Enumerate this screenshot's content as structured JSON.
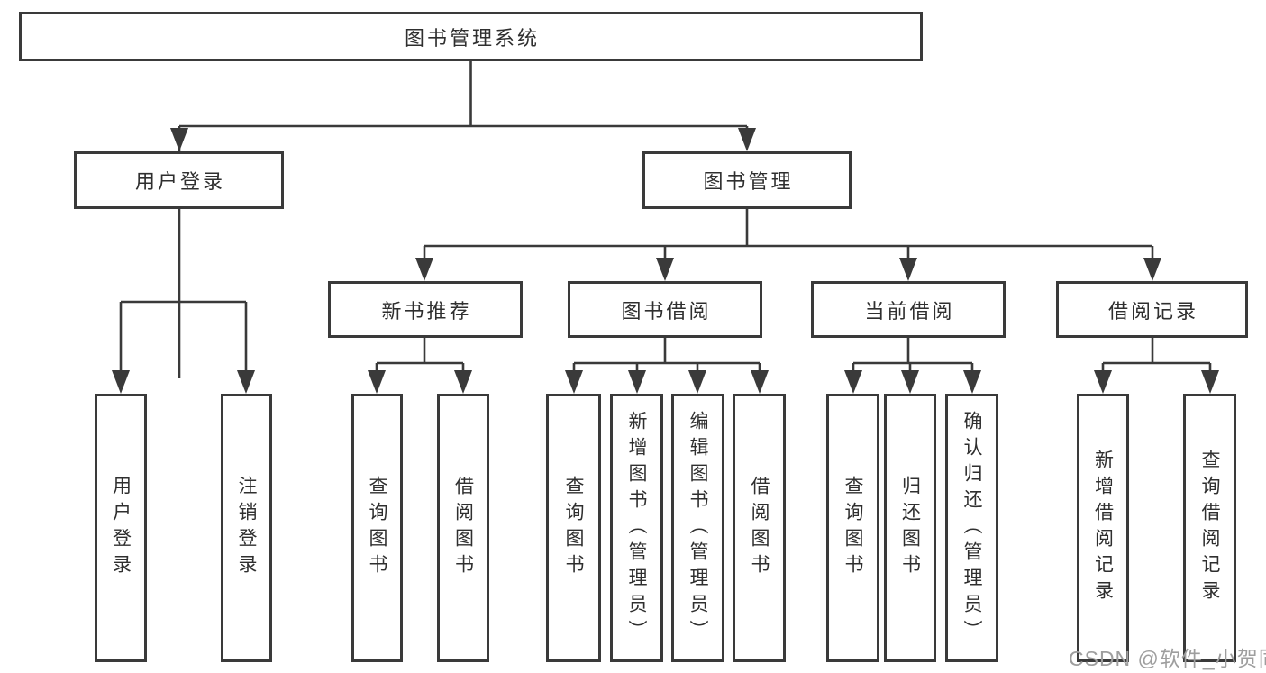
{
  "diagram": {
    "root": {
      "label": "图书管理系统"
    },
    "user_login": {
      "label": "用户登录",
      "children": [
        {
          "label": "用户登录"
        },
        {
          "label": "注销登录"
        }
      ]
    },
    "book_mgmt": {
      "label": "图书管理",
      "sections": [
        {
          "label": "新书推荐",
          "children": [
            {
              "label": "查询图书"
            },
            {
              "label": "借阅图书"
            }
          ]
        },
        {
          "label": "图书借阅",
          "children": [
            {
              "label": "查询图书"
            },
            {
              "label": "新增图书（管理员）"
            },
            {
              "label": "编辑图书（管理员）"
            },
            {
              "label": "借阅图书"
            }
          ]
        },
        {
          "label": "当前借阅",
          "children": [
            {
              "label": "查询图书"
            },
            {
              "label": "归还图书"
            },
            {
              "label": "确认归还（管理员）"
            }
          ]
        },
        {
          "label": "借阅记录",
          "children": [
            {
              "label": "新增借阅记录"
            },
            {
              "label": "查询借阅记录"
            }
          ]
        }
      ]
    },
    "watermark": "CSDN @软件_小贺同学",
    "colors": {
      "line": "#3a3a3a",
      "text": "#2f2f2f",
      "watermark": "#9e9e9e",
      "background": "#ffffff"
    }
  }
}
